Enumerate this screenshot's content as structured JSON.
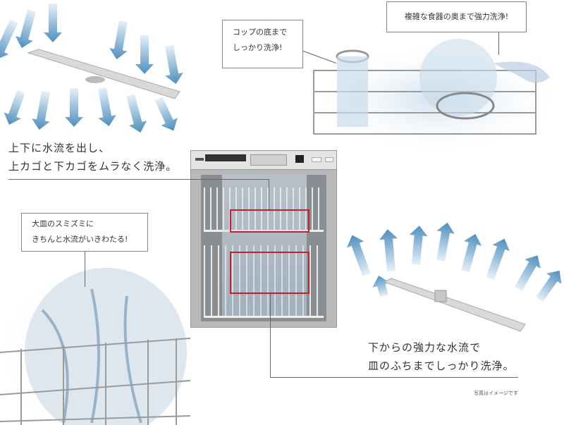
{
  "top_left_text": {
    "line1": "上下に水流を出し、",
    "line2": "上カゴと下カゴをムラなく洗浄。"
  },
  "callout_cup": {
    "line1": "コップの底まで",
    "line2": "しっかり洗浄!"
  },
  "callout_complex": {
    "text": "複雑な食器の奥まで強力洗浄!"
  },
  "callout_plate": {
    "line1": "大皿のスミズミに",
    "line2": "きちんと水流がいきわたる!"
  },
  "bottom_right_text": {
    "line1": "下からの強力な水流で",
    "line2": "皿のふちまでしっかり洗浄。"
  },
  "caption": "写真はイメージです",
  "colors": {
    "arrow": "#5a97c2",
    "highlight": "#c8202a",
    "line": "#666666"
  }
}
